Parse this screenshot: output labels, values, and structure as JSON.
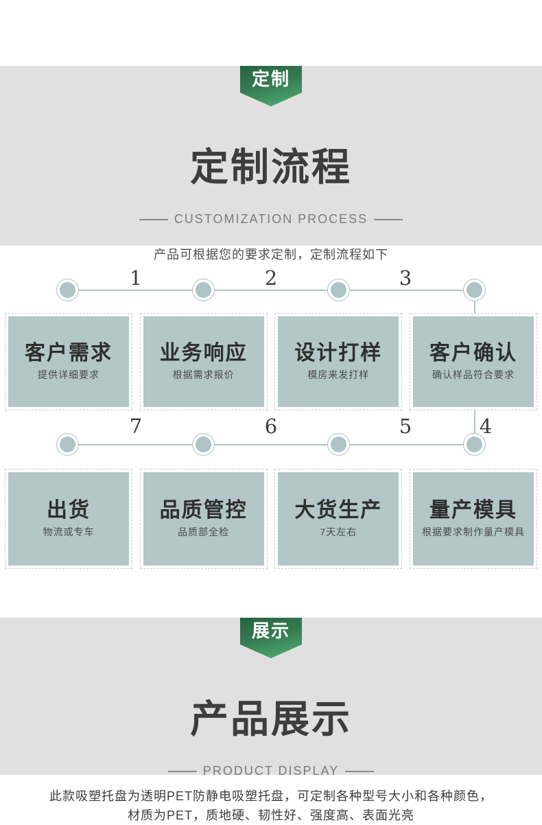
{
  "customization_section": {
    "ribbon_label": "定制",
    "title": "定制流程",
    "subtitle_en": "CUSTOMIZATION PROCESS",
    "description": "产品可根据您的要求定制，定制流程如下"
  },
  "flow": {
    "row1_numbers": [
      "1",
      "2",
      "3"
    ],
    "row2_numbers": [
      "7",
      "6",
      "5",
      "4"
    ],
    "row1_steps": [
      {
        "title": "客户需求",
        "desc": "提供详细要求"
      },
      {
        "title": "业务响应",
        "desc": "根据需求报价"
      },
      {
        "title": "设计打样",
        "desc": "模房来发打样"
      },
      {
        "title": "客户确认",
        "desc": "确认样品符合要求"
      }
    ],
    "row2_steps": [
      {
        "title": "出货",
        "desc": "物流或专车"
      },
      {
        "title": "品质管控",
        "desc": "品质部全检"
      },
      {
        "title": "大货生产",
        "desc": "7天左右"
      },
      {
        "title": "量产模具",
        "desc": "根据要求制作量产模具"
      }
    ]
  },
  "display_section": {
    "ribbon_label": "展示",
    "title": "产品展示",
    "subtitle_en": "PRODUCT DISPLAY",
    "description_line1": "此款吸塑托盘为透明PET防静电吸塑托盘，可定制各种型号大小和各种颜色，",
    "description_line2": "材质为PET，质地硬、韧性好、强度高、表面光亮"
  },
  "colors": {
    "accent_green_dark": "#27623f",
    "accent_green_light": "#4fb274",
    "step_box_fill": "#b3c6c8",
    "connector": "#b0c5c7",
    "section_background": "#e0e0e0"
  }
}
